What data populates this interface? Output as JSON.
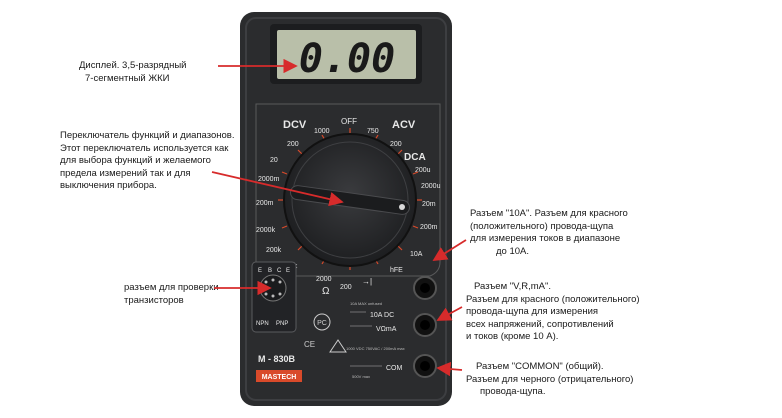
{
  "annotations": {
    "display": [
      "Дисплей. 3,5-разрядный",
      "7-сегментный ЖКИ"
    ],
    "switch": [
      "Переключатель функций и диапазонов.",
      "Этот переключатель используется как",
      "для выбора функций и желаемого",
      "предела измерений так и для",
      "выключения прибора."
    ],
    "transistor": [
      "разъем для проверки",
      "транзисторов"
    ],
    "jack_10a": [
      "Разъем \"10A\". Разъем для красного",
      "(положительного) провода-щупа",
      "для измерения токов в диапазоне",
      "до 10А."
    ],
    "jack_vma": [
      "Разъем \"V,R,mA\".",
      "Разъем для красного (положительного)",
      "провода-щупа для измерения",
      "всех напряжений, сопротивлений",
      "и токов (кроме 10 А)."
    ],
    "jack_com": [
      "Разъем \"COMMON\" (общий).",
      "Разъем для черного (отрицательного)",
      "провода-щупа."
    ]
  },
  "meter": {
    "reading": "0.00",
    "model": "M - 830B",
    "brand": "MASTECH",
    "dial": {
      "sections": [
        "DCV",
        "ACV",
        "DCA"
      ],
      "off": "OFF",
      "dcv_ranges": [
        "1000",
        "200",
        "20",
        "2000m",
        "200m"
      ],
      "acv_ranges": [
        "750",
        "200"
      ],
      "dca_ranges": [
        "200u",
        "2000u",
        "20m",
        "200m",
        "10A"
      ],
      "ohm_ranges": [
        "2000k",
        "200k",
        "20k",
        "2000",
        "200"
      ],
      "ohm_symbol": "Ω",
      "hfe": "hFE",
      "diode": "→|"
    },
    "jacks": {
      "j10a": "10A DC",
      "vma": "VΩmA",
      "com": "COM",
      "warn_10a": "10A MAX unfused",
      "warn_vma": "1000 VDC 750VAC / 200mA max",
      "warn_com": "500V max"
    },
    "transistor_labels": [
      "NPN",
      "PNP"
    ],
    "transistor_pins": [
      "E",
      "B",
      "C",
      "E"
    ]
  },
  "colors": {
    "arrow": "#d72b2b",
    "meter_body": "#2b2c2e",
    "lcd": "#b9bfa9",
    "text_on_meter": "#e8e8e8",
    "accent": "#d94a2a"
  }
}
